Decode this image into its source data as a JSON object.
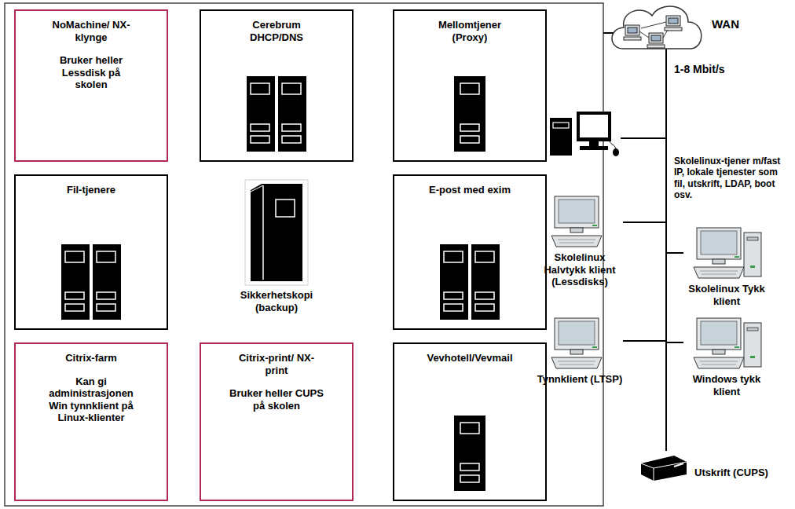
{
  "diagram": {
    "nodes": [
      {
        "text": [
          "NoMachine/ NX-klynge",
          "Bruker heller Lessdisk på skolen"
        ]
      },
      {
        "text": [
          "Cerebrum DHCP/DNS"
        ]
      },
      {
        "text": [
          "Mellomtjener (Proxy)"
        ]
      },
      {
        "text": [
          "Fil-tjenere"
        ]
      },
      {
        "text": [
          "Sikkerhetskopi (backup)"
        ]
      },
      {
        "text": [
          "E-post med exim"
        ]
      },
      {
        "text": [
          "Citrix-farm",
          "Kan gi administrasjonen Win tynnklient på Linux-klienter"
        ]
      },
      {
        "text": [
          "Citrix-print/ NX-print",
          "Bruker heller CUPS på skolen"
        ]
      },
      {
        "text": [
          "Vevhotell/Vevmail"
        ]
      },
      {
        "text": [
          "WAN"
        ]
      },
      {
        "text": [
          "Skolelinux-tjener m/fast IP, lokale tjenester som fil, utskrift, LDAP, boot osv."
        ]
      },
      {
        "text": [
          "Skolelinux Halvtykk klient (Lessdisks)"
        ]
      },
      {
        "text": [
          "Skolelinux Tykk klient"
        ]
      },
      {
        "text": [
          "Tynnklient (LTSP)"
        ]
      },
      {
        "text": [
          "Windows tykk klient"
        ]
      },
      {
        "text": [
          "Utskrift (CUPS)"
        ]
      }
    ],
    "edges": [
      {
        "from": 9,
        "to": 10,
        "arrow": "none"
      },
      {
        "from": 9,
        "to": 11,
        "arrow": "none"
      },
      {
        "from": 9,
        "to": 12,
        "arrow": "none"
      },
      {
        "from": 9,
        "to": 13,
        "arrow": "none"
      },
      {
        "from": 9,
        "to": 14,
        "arrow": "none"
      },
      {
        "from": 9,
        "to": 15,
        "arrow": "none"
      }
    ],
    "labels": [
      "1-8 Mbit/s"
    ]
  }
}
